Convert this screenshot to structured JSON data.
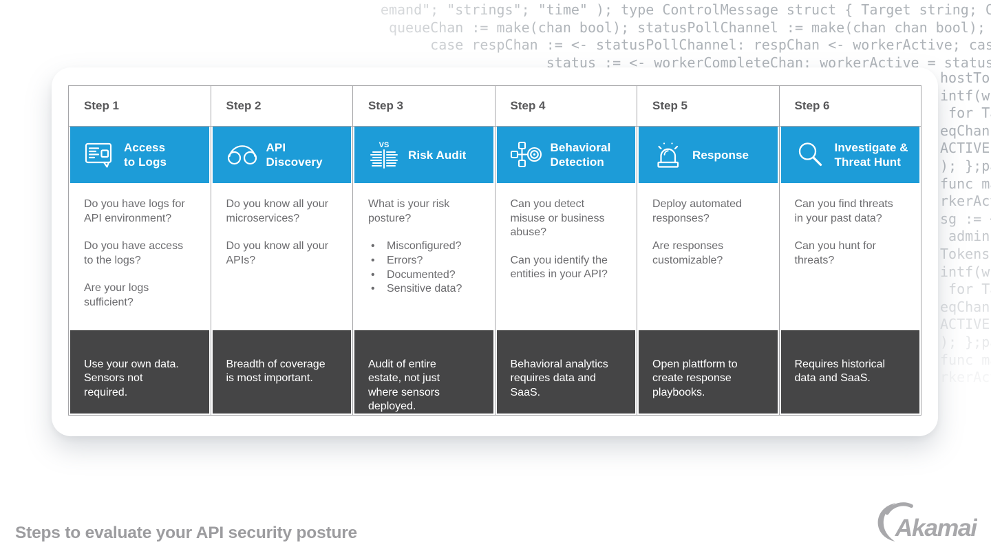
{
  "background": {
    "code_top_lines": [
      "emand\"; \"strings\"; \"time\" ); type ControlMessage struct { Target string; Co",
      "queueChan := make(chan bool); statusPollChannel := make(chan chan bool); w",
      "case respChan := <- statusPollChannel: respChan <- workerActive; case",
      "status := <- workerCompleteChan: workerActive = status;"
    ],
    "code_side_lines": [
      "hostTok",
      "intf(w,",
      " for Tar",
      "eqChan",
      "ACTIVE\"",
      "); };pac",
      "func ma",
      "rkerAct",
      "sg := <-",
      " admin(",
      "Tokens",
      "intf(w,",
      " for Tar",
      "eqChan",
      "ACTIVE\"",
      "); };pac",
      "func ma",
      "rkerAct"
    ]
  },
  "table": {
    "steps": [
      {
        "step_label": "Step 1",
        "title": "Access\nto Logs",
        "icon": "log-document-icon",
        "paragraphs": [
          "Do you have logs for\nAPI environment?",
          "Do you have access\nto the logs?",
          "Are your logs\nsufficient?"
        ],
        "footer": "Use your own data.\nSensors not\nrequired."
      },
      {
        "step_label": "Step 2",
        "title": "API\nDiscovery",
        "icon": "binoculars-icon",
        "paragraphs": [
          "Do you know all your\nmicroservices?",
          "Do you know all your\nAPIs?"
        ],
        "footer": "Breadth of coverage\nis most important."
      },
      {
        "step_label": "Step 3",
        "title": "Risk Audit",
        "icon": "vs-comparison-icon",
        "paragraphs": [
          "What is your risk\nposture?"
        ],
        "bullets": [
          "Misconfigured?",
          "Errors?",
          "Documented?",
          "Sensitive data?"
        ],
        "footer": "Audit of entire\nestate, not just\nwhere sensors\ndeployed."
      },
      {
        "step_label": "Step 4",
        "title": "Behavioral\nDetection",
        "icon": "flowchart-target-icon",
        "paragraphs": [
          "Can you detect\nmisuse or business\nabuse?",
          "Can you identify the\nentities in your API?"
        ],
        "footer": "Behavioral analytics\nrequires data and\nSaaS."
      },
      {
        "step_label": "Step 5",
        "title": "Response",
        "icon": "siren-icon",
        "paragraphs": [
          "Deploy automated\nresponses?",
          "Are responses\ncustomizable?"
        ],
        "footer": "Open plattform to\ncreate response\nplaybooks."
      },
      {
        "step_label": "Step 6",
        "title": "Investigate &\nThreat Hunt",
        "icon": "magnifier-icon",
        "paragraphs": [
          "Can you find threats\nin your past data?",
          "Can you hunt for\nthreats?"
        ],
        "footer": "Requires historical\ndata and SaaS."
      }
    ]
  },
  "caption": "Steps to evaluate your API security posture",
  "logo": {
    "text": "Akamai"
  },
  "colors": {
    "banner_blue": "#1d9cd8",
    "footer_dark": "#454546",
    "border_grey": "#a5a5a8",
    "body_text_grey": "#6c6c6f",
    "code_grey": "#aeb3b8"
  }
}
